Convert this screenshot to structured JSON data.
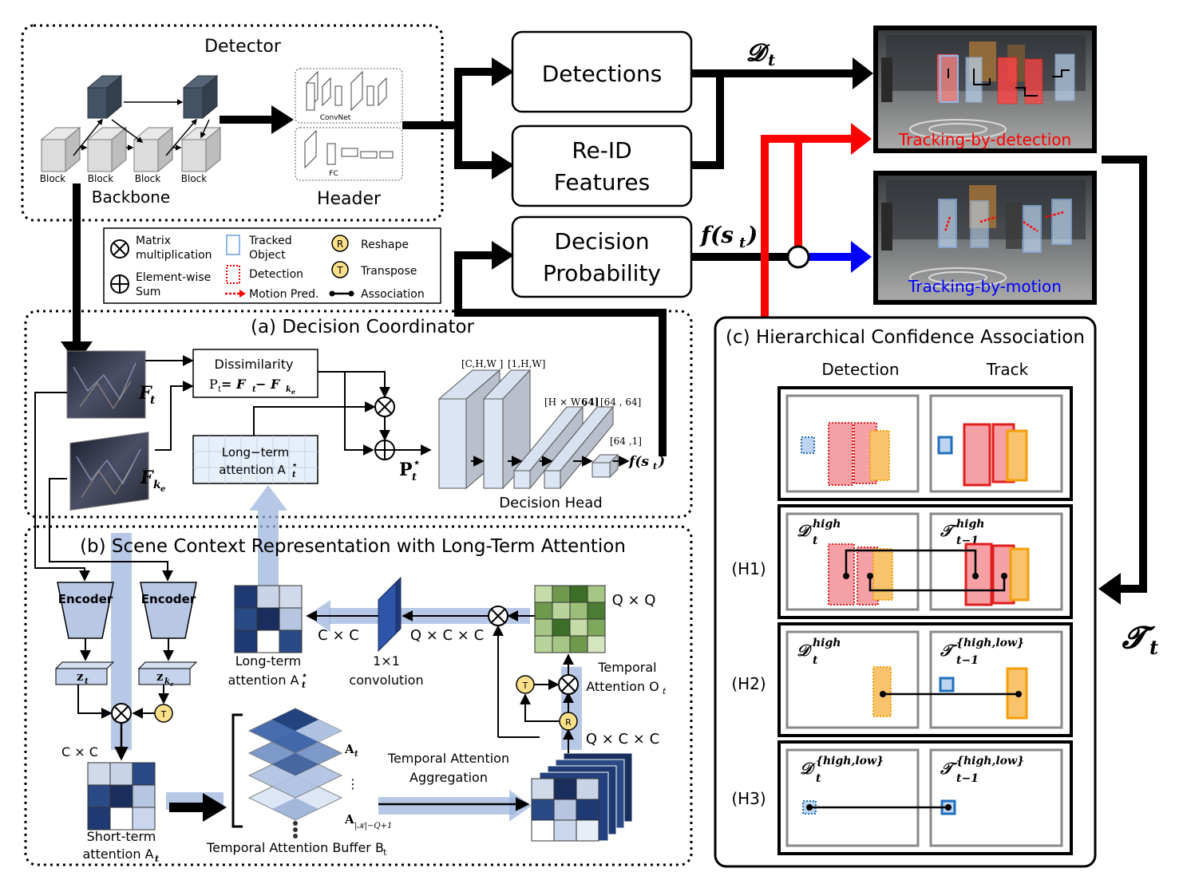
{
  "detector": {
    "title": "Detector",
    "block_label": "Block",
    "backbone_label": "Backbone",
    "header_label": "Header",
    "convnet_label": "ConvNet",
    "fc_label": "FC"
  },
  "outputs": {
    "detections": "Detections",
    "reid_line1": "Re-ID",
    "reid_line2": "Features",
    "decision_line1": "Decision",
    "decision_line2": "Probability",
    "dt_symbol": "𝓓",
    "dt_sub": "t",
    "fst": "f(s",
    "fst_sub": "t",
    "fst_close": ")",
    "tt_symbol": "𝓣",
    "tt_sub": "t"
  },
  "video": {
    "tbd_label": "Tracking-by-detection",
    "tbm_label": "Tracking-by-motion",
    "tbd_color": "#ff0000",
    "tbm_color": "#0000ff"
  },
  "legend": {
    "matmul_line1": "Matrix",
    "matmul_line2": "multiplication",
    "sum_line1": "Element-wise",
    "sum_line2": "Sum",
    "tracked_line1": "Tracked",
    "tracked_line2": "Object",
    "detection": "Detection",
    "motion": "Motion Pred.",
    "reshape_symbol": "R",
    "reshape": "Reshape",
    "transpose_symbol": "T",
    "transpose": "Transpose",
    "association": "Association"
  },
  "section_a": {
    "title": "(a) Decision Coordinator",
    "ft": "F",
    "ft_sub": "t",
    "fke": "F",
    "fke_sub": "k",
    "fke_subsub": "e",
    "dissim_title": "Dissimilarity",
    "dissim_formula": "P",
    "dissim_formula_rest": " = F",
    "dissim_minus": " − F",
    "lta_line1": "Long−term",
    "lta_line2": "attention A",
    "pstar": "P",
    "dims_1": "[C,H,W ]",
    "dims_2": "[1,H,W]",
    "dims_3": "[H × W ,",
    "dims_3b": "64]",
    "dims_4": "[64 , 64]",
    "dims_5": "[64 ,1]",
    "head_label": "Decision Head",
    "fst_out": "f(s"
  },
  "section_b": {
    "title": "(b) Scene Context Representation with Long-Term Attention",
    "encoder": "Encoder",
    "zt": "z",
    "cxc": "C × C",
    "short_line1": "Short-term",
    "short_line2": "attention A",
    "buffer_label": "Temporal Attention Buffer B",
    "at": "A",
    "at_last": "A",
    "at_last_sub": "|𝒦|−Q+1",
    "dots": "⋮",
    "aggr_line1": "Temporal Attention",
    "aggr_line2": "Aggregation",
    "qcc_lower": "Q × C × C",
    "qq": "Q × Q",
    "temporal_line1": "Temporal",
    "temporal_line2": "Attention O",
    "qcc_upper": "Q × C × C",
    "conv_line1": "1×1",
    "conv_line2": "convolution",
    "cxc_upper": "C × C",
    "lt_line1": "Long-term",
    "lt_line2": "attention A"
  },
  "section_c": {
    "title": "(c) Hierarchical Confidence Association",
    "col_detection": "Detection",
    "col_track": "Track",
    "h1": "(H1)",
    "h2": "(H2)",
    "h3": "(H3)",
    "d_high": "high",
    "d_highlow": "{high,low}",
    "t_sub": "t−1",
    "d_sym": "𝒟",
    "t_sym": "𝒯",
    "t_var": "t"
  }
}
